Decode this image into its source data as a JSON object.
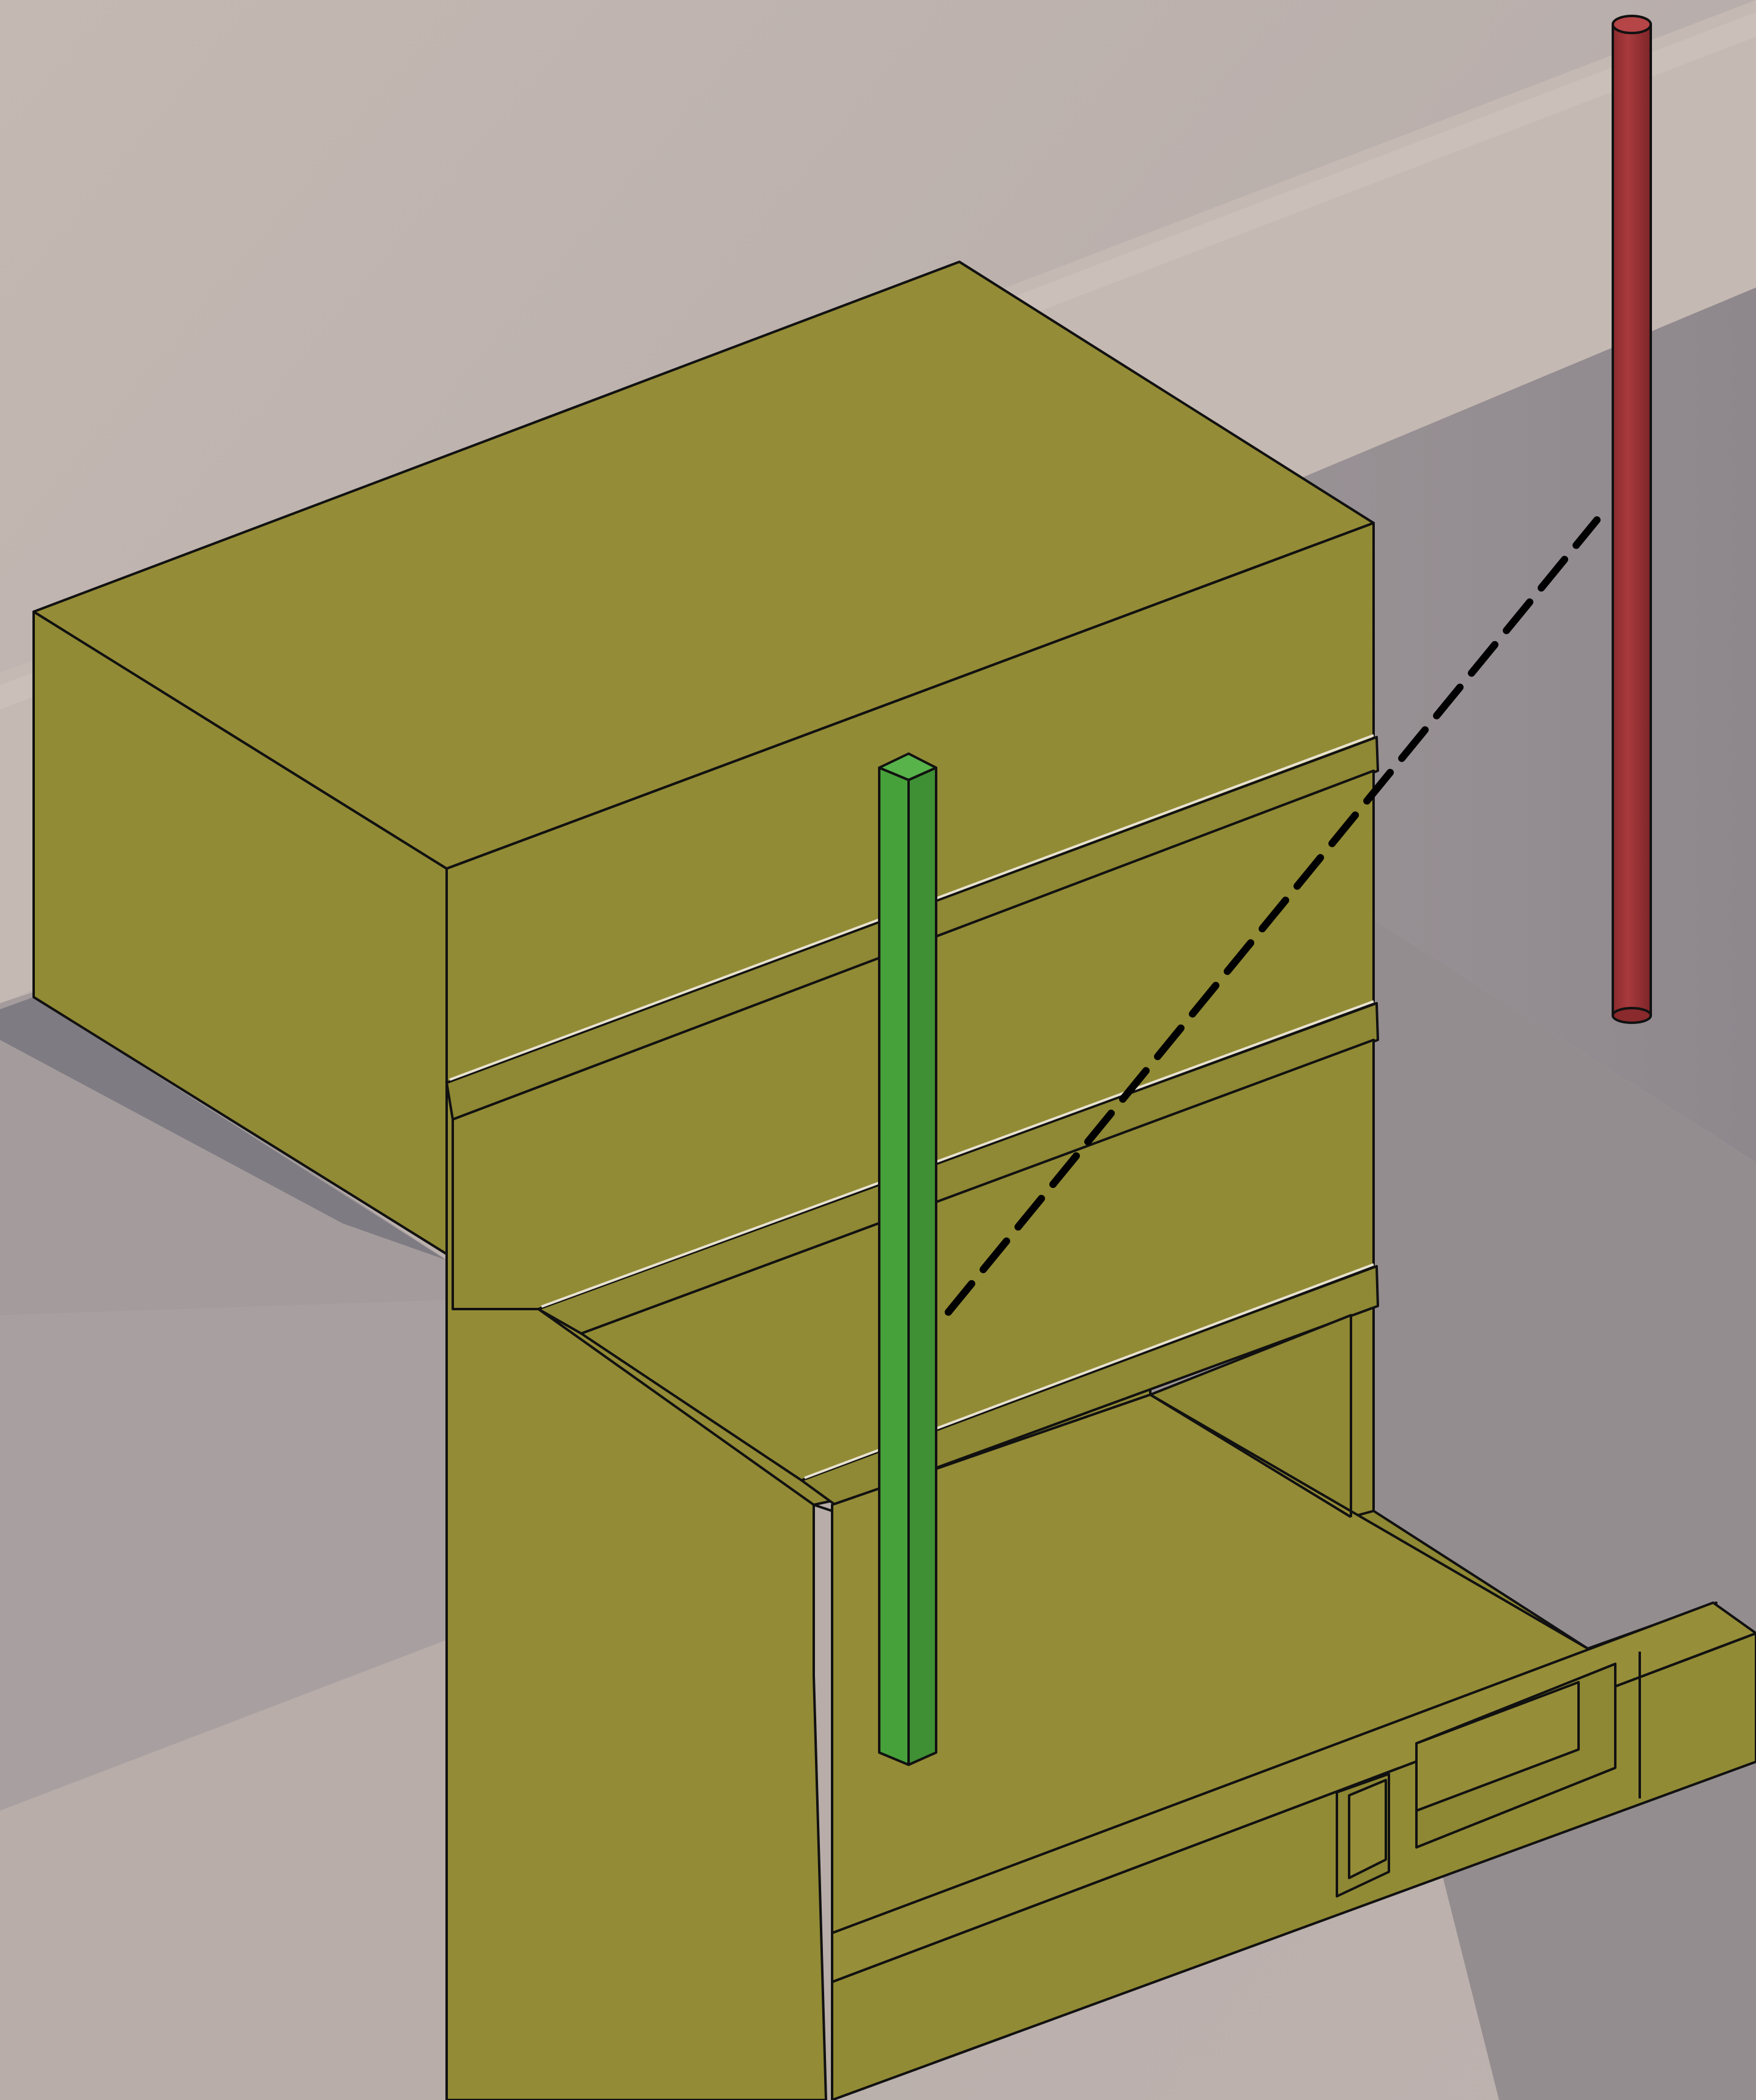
{
  "scene": {
    "description_free": true,
    "colors": {
      "ground_light": "#c9bcb5",
      "ground_mid": "#b4aaa7",
      "ground_shadow": "#9a9294",
      "ground_dark": "#8d878c",
      "building_top": "#958c37",
      "building_face": "#928b35",
      "building_side": "#8f8834",
      "recess": "#8a8333",
      "outline": "#111111",
      "green_post": "#47a13a",
      "green_post_side": "#3d8a32",
      "red_pole": "#a33437",
      "red_pole_dark": "#8a2a2d",
      "sightline": "#000000"
    },
    "elements": {
      "building": "olive-building",
      "green_post": "green-post",
      "red_pole": "red-pole",
      "sightline": "dashed-sightline"
    }
  }
}
